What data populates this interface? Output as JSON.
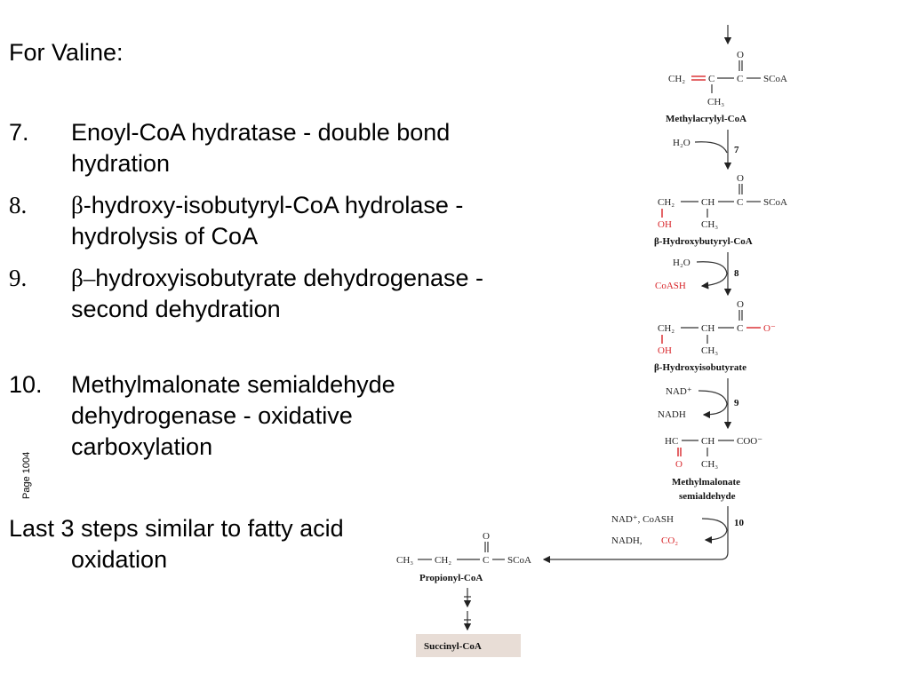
{
  "heading": "For Valine:",
  "steps": [
    {
      "num": "7.",
      "beta": "",
      "text": "Enoyl-CoA hydratase - double bond hydration"
    },
    {
      "num": "8.",
      "beta": "β",
      "text": "-hydroxy-isobutyryl-CoA hydrolase -hydrolysis of CoA"
    },
    {
      "num": "9.",
      "beta": "β–",
      "text": "hydroxyisobutyrate dehydrogenase - second dehydration"
    },
    {
      "num": "10.",
      "beta": "",
      "text": "Methylmalonate semialdehyde dehydrogenase - oxidative carboxylation"
    }
  ],
  "footer": {
    "line1": "Last 3 steps similar to fatty acid",
    "line2": "oxidation"
  },
  "page_label": "Page 1004",
  "pathway": {
    "step_numbers": [
      "7",
      "8",
      "9",
      "10"
    ],
    "cofactors": {
      "h2o_7": "H₂O",
      "h2o_8": "H₂O",
      "coash": "CoASH",
      "nad_9": "NAD⁺",
      "nadh_9": "NADH",
      "nad_coash_10": "NAD⁺, CoASH",
      "nadh_10": "NADH,",
      "co2_10": "CO₂"
    },
    "compounds": {
      "methylacrylyl": {
        "name": "Methylacrylyl-CoA",
        "o": "O",
        "ch2": "CH₂",
        "c1": "C",
        "c2": "C",
        "scoa": "SCoA",
        "ch3": "CH₃"
      },
      "hydroxybutyryl": {
        "name": "β-Hydroxybutyryl-CoA",
        "o": "O",
        "ch2": "CH₂",
        "ch": "CH",
        "c": "C",
        "scoa": "SCoA",
        "oh": "OH",
        "ch3": "CH₃"
      },
      "hydroxyisobutyrate": {
        "name": "β-Hydroxyisobutyrate",
        "o": "O",
        "ch2": "CH₂",
        "ch": "CH",
        "c": "C",
        "ominus": "O⁻",
        "oh": "OH",
        "ch3": "CH₃"
      },
      "methylmalonate": {
        "name1": "Methylmalonate",
        "name2": "semialdehyde",
        "hc": "HC",
        "ch": "CH",
        "coo": "COO⁻",
        "o": "O",
        "ch3": "CH₃"
      },
      "propionyl": {
        "name": "Propionyl-CoA",
        "o": "O",
        "ch3": "CH₃",
        "ch2": "CH₂",
        "c": "C",
        "scoa": "SCoA"
      },
      "succinyl": {
        "name": "Succinyl-CoA"
      }
    }
  },
  "colors": {
    "accent_red": "#d8262a",
    "succinyl_box": "#e8ddd6"
  }
}
